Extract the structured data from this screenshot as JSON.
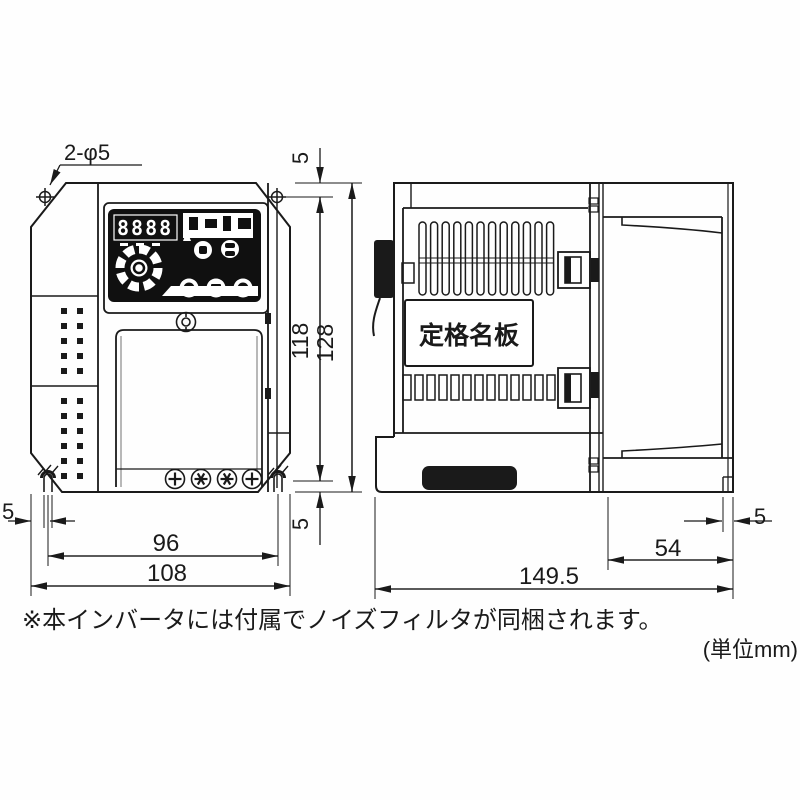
{
  "drawing": {
    "front_view": {
      "mounting_holes_label": "2-φ5",
      "dim_top_offset": "5",
      "dim_height_holes": "118",
      "dim_height_overall": "128",
      "dim_bottom_offset": "5",
      "dim_left_offset": "5",
      "dim_width_holes": "96",
      "dim_width_overall": "108",
      "display_digits": "8888"
    },
    "side_view": {
      "nameplate_label": "定格名板",
      "dim_depth_overall": "149.5",
      "dim_depth_body": "54",
      "dim_depth_edge": "5"
    },
    "footer": {
      "note": "※本インバータには付属でノイズフィルタが同梱されます。",
      "unit": "(単位mm)"
    },
    "colors": {
      "line": "#1a1a1a",
      "background": "#fefefe",
      "panel": "#101010"
    }
  }
}
